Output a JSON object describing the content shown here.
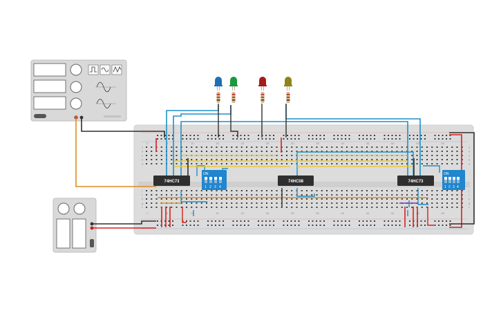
{
  "chips": [
    {
      "label": "74HC73"
    },
    {
      "label": "74HC08"
    },
    {
      "label": "74HC73"
    }
  ],
  "dip_switches": [
    {
      "on_label": "ON",
      "positions": [
        "1",
        "2",
        "3",
        "4"
      ]
    },
    {
      "on_label": "ON",
      "positions": [
        "1",
        "2",
        "3",
        "4"
      ]
    }
  ],
  "column_numbers": [
    "1",
    "5",
    "10",
    "15",
    "20",
    "25",
    "30",
    "35",
    "40",
    "45",
    "50",
    "55",
    "60"
  ],
  "row_letters": [
    "a",
    "b",
    "c",
    "d",
    "e",
    "f",
    "g",
    "h",
    "i",
    "j"
  ],
  "leds": [
    {
      "color_name": "blue",
      "color": "#1f6fb5"
    },
    {
      "color_name": "green",
      "color": "#1a9a3a"
    },
    {
      "color_name": "red",
      "color": "#a51c1c"
    },
    {
      "color_name": "yellow",
      "color": "#8f8418"
    }
  ],
  "wire_colors": {
    "blue": "#1d8fc9",
    "black": "#2e2e2e",
    "red": "#d32020",
    "orange": "#e08a1e",
    "yellow": "#e6c93a",
    "purple": "#7d3fa8"
  },
  "function_generator": {
    "waveforms": [
      "square-wave-icon",
      "sine-wave-icon",
      "triangle-wave-icon"
    ]
  },
  "power_supply": {
    "channels": 2
  }
}
